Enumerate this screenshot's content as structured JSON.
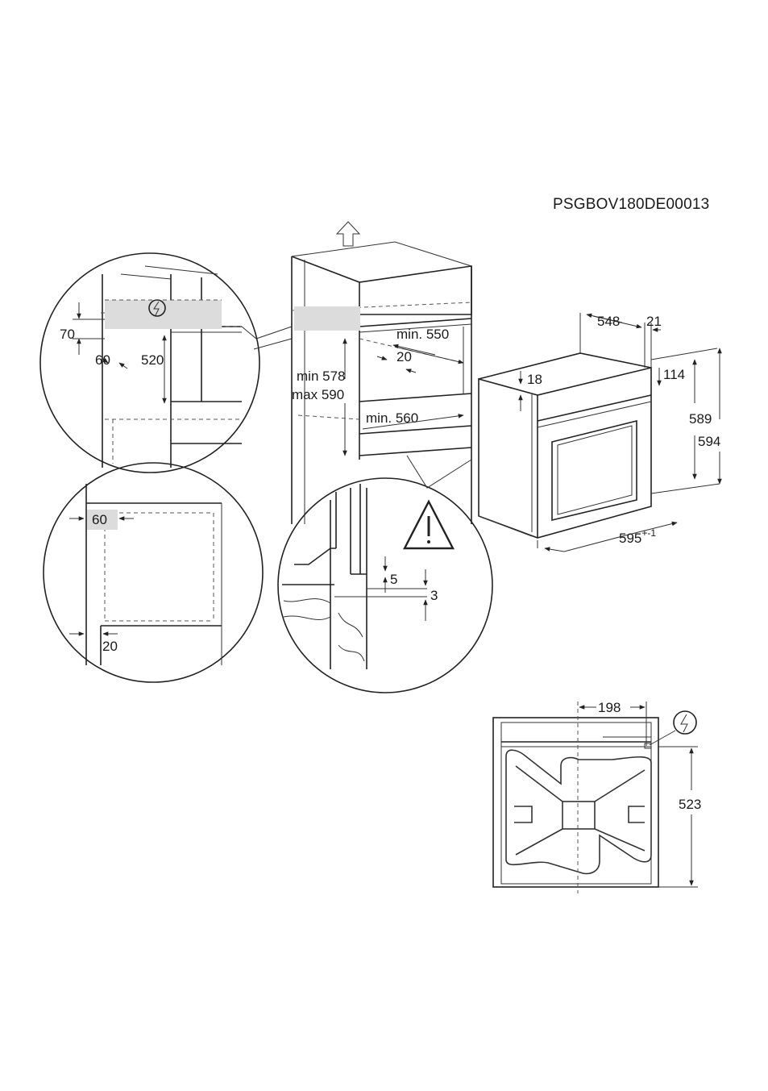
{
  "document_code": "PSGBOV180DE00013",
  "labels": {
    "d70": "70",
    "d60a": "60",
    "d520": "520",
    "d60b": "60",
    "d20a": "20",
    "min578": "min 578",
    "max590": "max 590",
    "min550": "min. 550",
    "d20b": "20",
    "min560": "min. 560",
    "d5": "5",
    "d3": "3",
    "d548": "548",
    "d21": "21",
    "d18": "18",
    "d114": "114",
    "d589": "589",
    "d594": "594",
    "d595": "595",
    "d595tol": "+-1",
    "d198": "198",
    "d523": "523"
  },
  "icons": {
    "electric": "electrical-connection-icon",
    "warning": "warning-triangle-icon",
    "up": "up-arrow-icon"
  }
}
